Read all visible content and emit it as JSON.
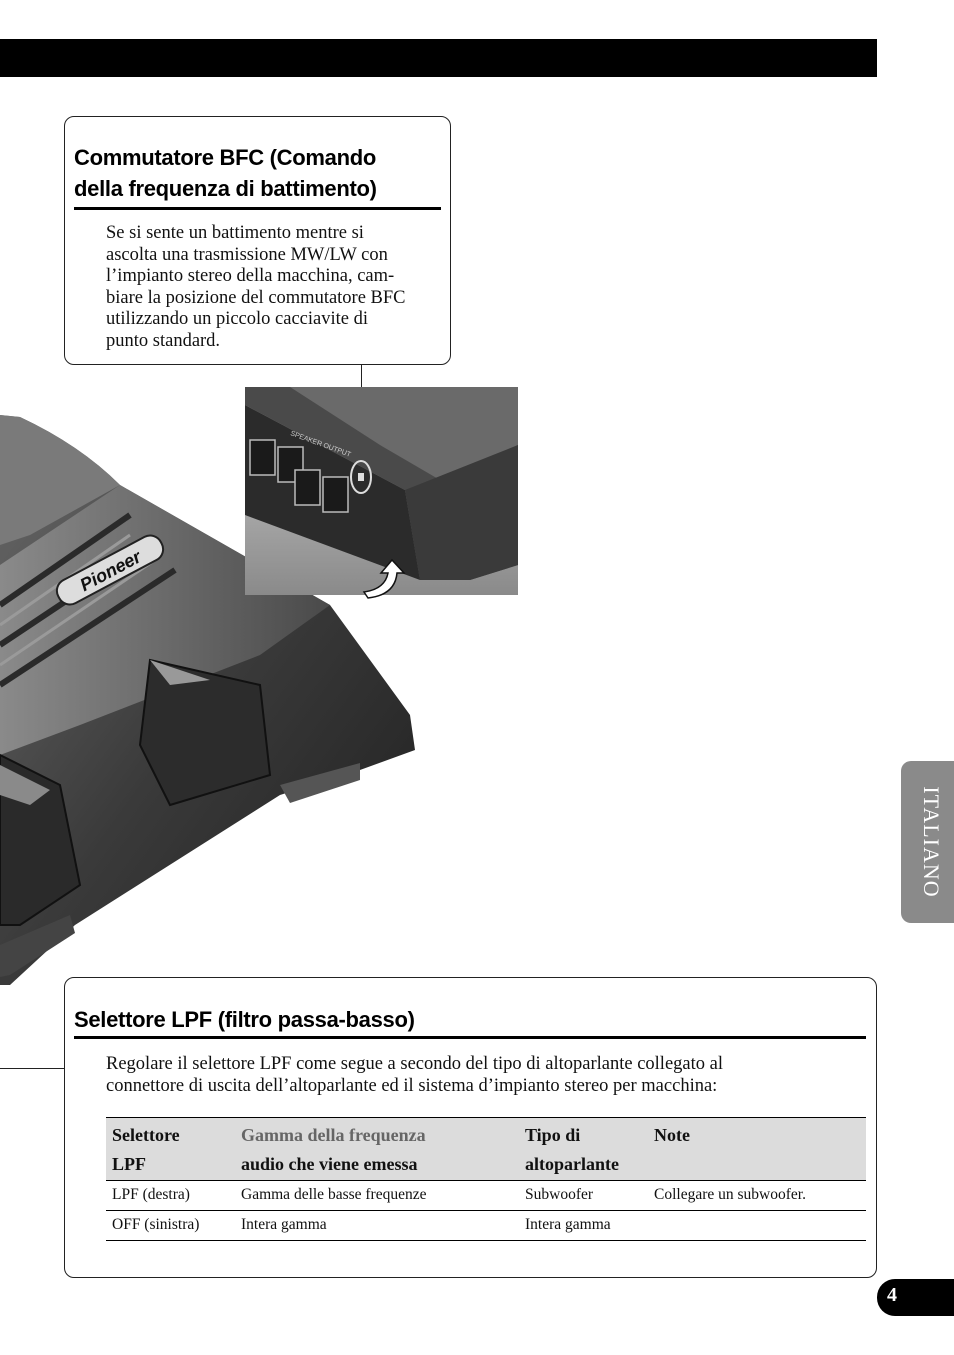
{
  "bfc_section": {
    "heading_line1": "Commutatore BFC (Comando",
    "heading_line2": "della frequenza di battimento)",
    "body_lines": [
      "Se si sente un battimento mentre si",
      "ascolta una trasmissione MW/LW con",
      "l’impianto stereo della macchina, cam-",
      "biare la posizione del commutatore BFC",
      "utilizzando un piccolo cacciavite di",
      "punto standard."
    ]
  },
  "illustration": {
    "brand_logo": "Pioneer",
    "panel_label": "SPEAKER OUTPUT"
  },
  "lpf_section": {
    "heading": "Selettore LPF (filtro passa-basso)",
    "body_lines": [
      "Regolare il selettore LPF come segue a secondo del tipo di altoparlante collegato al",
      "connettore di uscita dell’altoparlante ed il sistema d’impianto stereo per macchina:"
    ],
    "table": {
      "headers": [
        [
          "Selettore",
          "LPF"
        ],
        [
          "Gamma della frequenza",
          "audio che viene emessa"
        ],
        [
          "Tipo di",
          "altoparlante"
        ],
        [
          "Note",
          ""
        ]
      ],
      "rows": [
        [
          "LPF (destra)",
          "Gamma delle basse frequenze",
          "Subwoofer",
          "Collegare un subwoofer."
        ],
        [
          "OFF (sinistra)",
          "Intera gamma",
          "Intera gamma",
          ""
        ]
      ]
    }
  },
  "side_tab": {
    "label": "ITALIANO"
  },
  "page_number": "4"
}
